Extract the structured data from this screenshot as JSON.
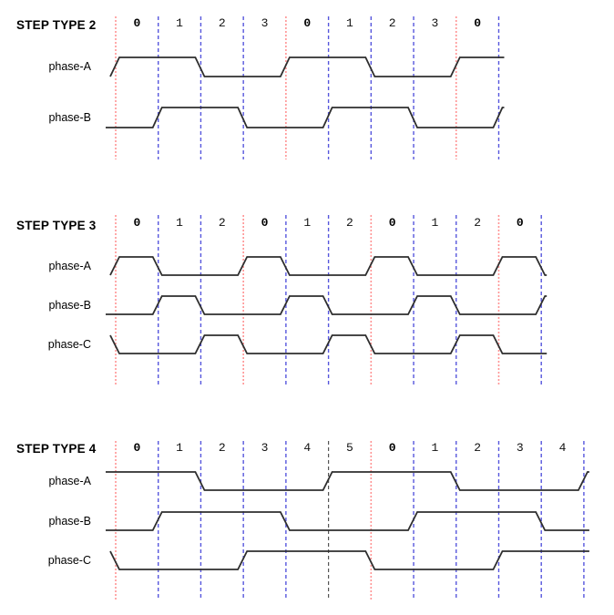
{
  "colors": {
    "background": "#ffffff",
    "waveform": "#2e2e2e",
    "grid_cycle_start": "#ff9494",
    "grid_step": "#5656dd",
    "grid_half_cycle": "#555555",
    "text": "#000000"
  },
  "sections": [
    {
      "title": "STEP TYPE 2",
      "step_labels": [
        "0",
        "1",
        "2",
        "3",
        "0",
        "1",
        "2",
        "3",
        "0"
      ],
      "cycle_start_boundaries": [
        0,
        4,
        8
      ],
      "special_boundaries": [],
      "phases": [
        {
          "name": "phase-A",
          "prev_level": 0,
          "levels": [
            1,
            1,
            0,
            0,
            1,
            1,
            0,
            0,
            1
          ],
          "end_level": 1
        },
        {
          "name": "phase-B",
          "prev_level": 0,
          "levels": [
            0,
            1,
            1,
            0,
            0,
            1,
            1,
            0,
            0
          ],
          "end_level": 1
        }
      ]
    },
    {
      "title": "STEP TYPE 3",
      "step_labels": [
        "0",
        "1",
        "2",
        "0",
        "1",
        "2",
        "0",
        "1",
        "2",
        "0"
      ],
      "cycle_start_boundaries": [
        0,
        3,
        6,
        9
      ],
      "special_boundaries": [],
      "phases": [
        {
          "name": "phase-A",
          "prev_level": 0,
          "levels": [
            1,
            0,
            0,
            1,
            0,
            0,
            1,
            0,
            0,
            1
          ],
          "end_level": 0
        },
        {
          "name": "phase-B",
          "prev_level": 0,
          "levels": [
            0,
            1,
            0,
            0,
            1,
            0,
            0,
            1,
            0,
            0
          ],
          "end_level": 1
        },
        {
          "name": "phase-C",
          "prev_level": 1,
          "levels": [
            0,
            0,
            1,
            0,
            0,
            1,
            0,
            0,
            1,
            0
          ],
          "end_level": 0
        }
      ]
    },
    {
      "title": "STEP TYPE 4",
      "step_labels": [
        "0",
        "1",
        "2",
        "3",
        "4",
        "5",
        "0",
        "1",
        "2",
        "3",
        "4"
      ],
      "cycle_start_boundaries": [
        0,
        6
      ],
      "special_boundaries": [
        5
      ],
      "phases": [
        {
          "name": "phase-A",
          "prev_level": 1,
          "levels": [
            1,
            1,
            0,
            0,
            0,
            1,
            1,
            1,
            0,
            0,
            0
          ],
          "end_level": 1
        },
        {
          "name": "phase-B",
          "prev_level": 0,
          "levels": [
            0,
            1,
            1,
            1,
            0,
            0,
            0,
            1,
            1,
            1,
            0
          ],
          "end_level": 0
        },
        {
          "name": "phase-C",
          "prev_level": 1,
          "levels": [
            0,
            0,
            0,
            1,
            1,
            1,
            0,
            0,
            0,
            1,
            1
          ],
          "end_level": 1
        }
      ]
    }
  ]
}
